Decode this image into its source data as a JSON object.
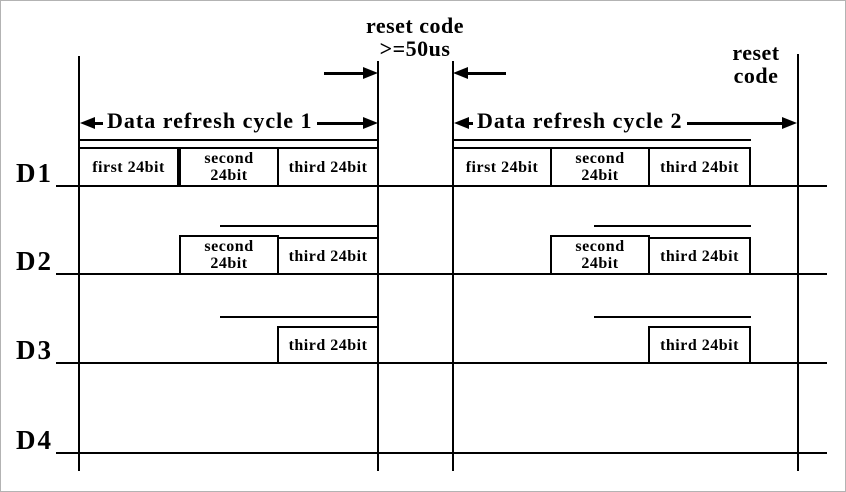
{
  "colors": {
    "ink": "#000000",
    "background": "#ffffff",
    "frame_border": "#b3b3b3"
  },
  "annotations": {
    "reset_gap": {
      "line1": "reset code",
      "line2": ">=50us"
    },
    "reset_end": {
      "line1": "reset",
      "line2": "code"
    },
    "cycle1": "Data refresh cycle 1",
    "cycle2": "Data refresh cycle 2"
  },
  "rows": [
    {
      "name": "D1",
      "cycle1_boxes": [
        "first 24bit",
        "second\n24bit",
        "third 24bit"
      ],
      "cycle2_boxes": [
        "first 24bit",
        "second\n24bit",
        "third 24bit"
      ]
    },
    {
      "name": "D2",
      "cycle1_boxes": [
        "second\n24bit",
        "third 24bit"
      ],
      "cycle2_boxes": [
        "second\n24bit",
        "third 24bit"
      ]
    },
    {
      "name": "D3",
      "cycle1_boxes": [
        "third 24bit"
      ],
      "cycle2_boxes": [
        "third 24bit"
      ]
    },
    {
      "name": "D4",
      "cycle1_boxes": [],
      "cycle2_boxes": []
    }
  ]
}
